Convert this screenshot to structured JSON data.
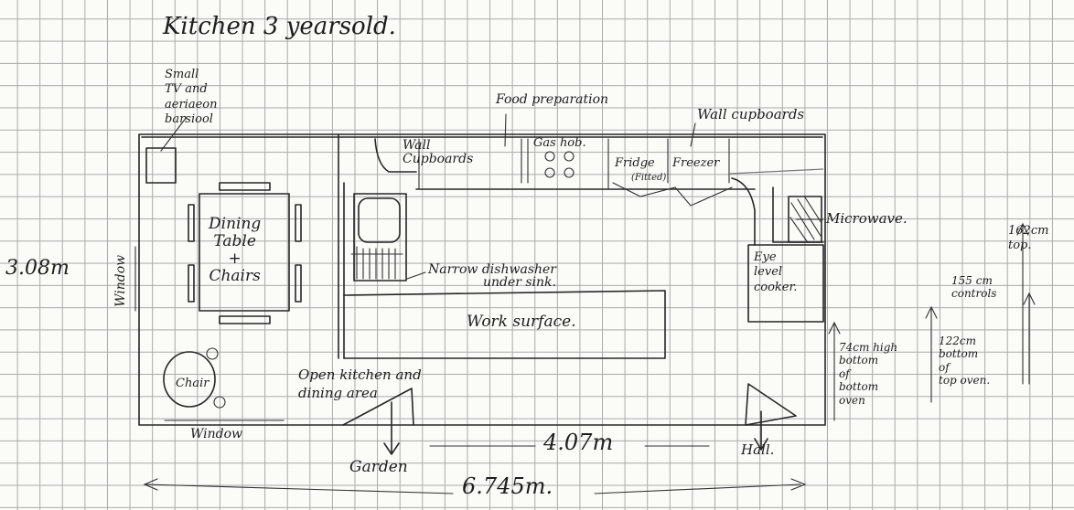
{
  "title": "Kitchen 3 yearsold.",
  "labels": {
    "small_tv": "Small\nTV and\naeriaeon\nbarsiool",
    "food_prep": "Food preparation",
    "wall_cupboards_top": "Wall cupboards",
    "wall_cupboards_inner": "Wall\nCupboards",
    "gas_hob": "Gas hob.",
    "fridge": "Fridge",
    "fitted": "(Fitted)",
    "freezer": "Freezer",
    "microwave": "Microwave.",
    "dining_table": "Dining\nTable\n+\nChairs",
    "window_left": "Window",
    "window_bottom": "Window",
    "narrow_dishwasher": "Narrow dishwasher\nunder sink.",
    "eye_level_cooker": "Eye\nlevel\ncooker.",
    "work_surface": "Work surface.",
    "chair": "Chair",
    "open_kitchen": "Open kitchen and\ndining area",
    "garden": "Garden",
    "hall": "Hall.",
    "oven_bottom": "74cm high\nbottom\nof\nbottom\noven",
    "top_oven_bottom": "122cm\nbottom\nof\ntop oven.",
    "controls": "155 cm\ncontrols",
    "top": "162cm\ntop."
  },
  "dimensions": {
    "width_left": "3.08m",
    "kitchen_length": "4.07m",
    "total_length": "6.745m."
  }
}
